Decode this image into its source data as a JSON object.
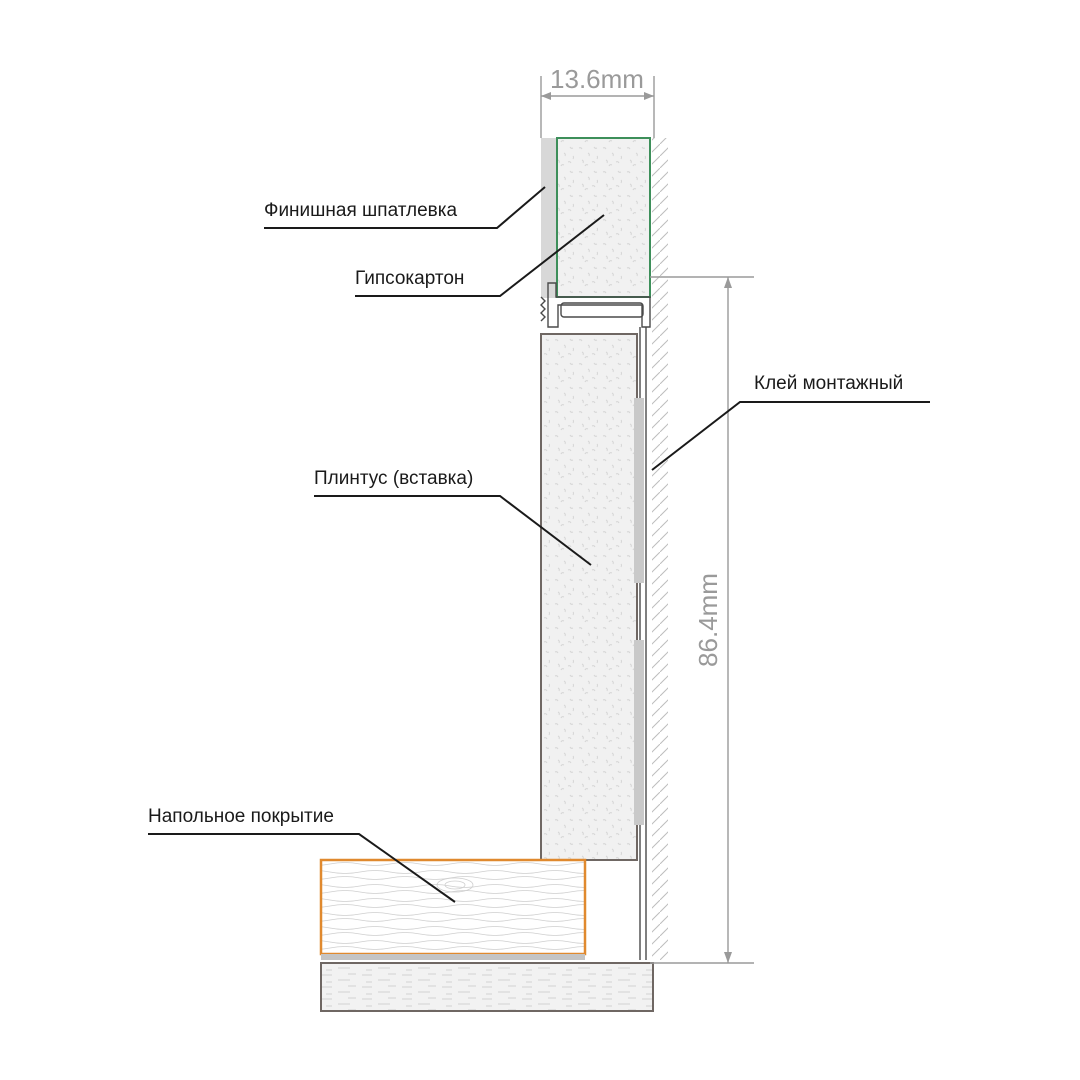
{
  "dimensions": {
    "width_value": "13.6mm",
    "height_value": "86.4mm"
  },
  "labels": {
    "finish_putty": "Финишная шпатлевка",
    "drywall": "Гипсокартон",
    "mounting_glue": "Клей монтажный",
    "plinth_insert": "Плинтус (вставка)",
    "floor_covering": "Напольное покрытие"
  },
  "colors": {
    "drywall_outline": "#3d8f5a",
    "floor_outline": "#e0892e",
    "plinth_outline": "#6f6763",
    "putty_fill": "#d8d8d8"
  }
}
